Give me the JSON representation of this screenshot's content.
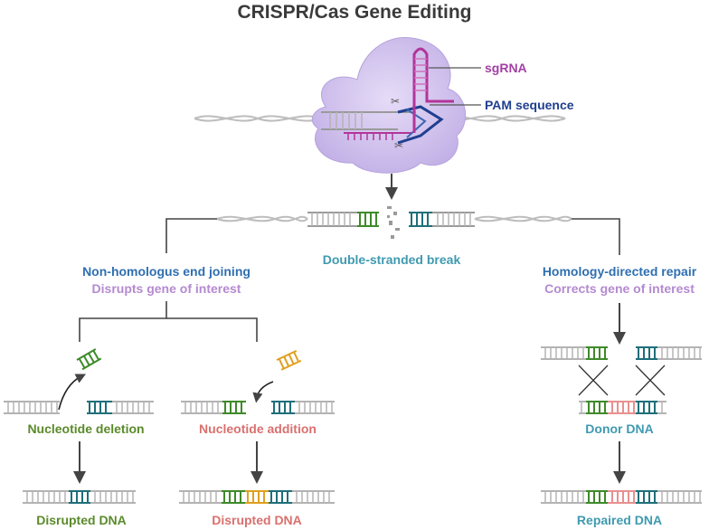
{
  "title": "CRISPR/Cas Gene Editing",
  "labels": {
    "sgrna": "sgRNA",
    "pam": "PAM sequence",
    "dsb": "Double-stranded break",
    "nhej": "Non-homologus end joining",
    "nhej_sub": "Disrupts gene of interest",
    "hdr": "Homology-directed repair",
    "hdr_sub": "Corrects gene of interest",
    "deletion": "Nucleotide deletion",
    "addition": "Nucleotide addition",
    "donor": "Donor DNA",
    "disrupted_left": "Disrupted DNA",
    "disrupted_mid": "Disrupted DNA",
    "repaired": "Repaired DNA"
  },
  "colors": {
    "title": "#3a3a3a",
    "sgrna": "#a23fa5",
    "pam": "#1f3f8f",
    "nhej": "#2f6fb0",
    "subtitle": "#b48ad0",
    "dsb": "#3f9ab0",
    "deletion": "#5a8a2a",
    "addition": "#d9706e",
    "dna_grey": "#b4b4b4",
    "green": "#3f8a2a",
    "teal": "#1f6f7a",
    "orange": "#e0a020",
    "pink": "#e89090",
    "cas_blob": "#c9b8ec"
  }
}
